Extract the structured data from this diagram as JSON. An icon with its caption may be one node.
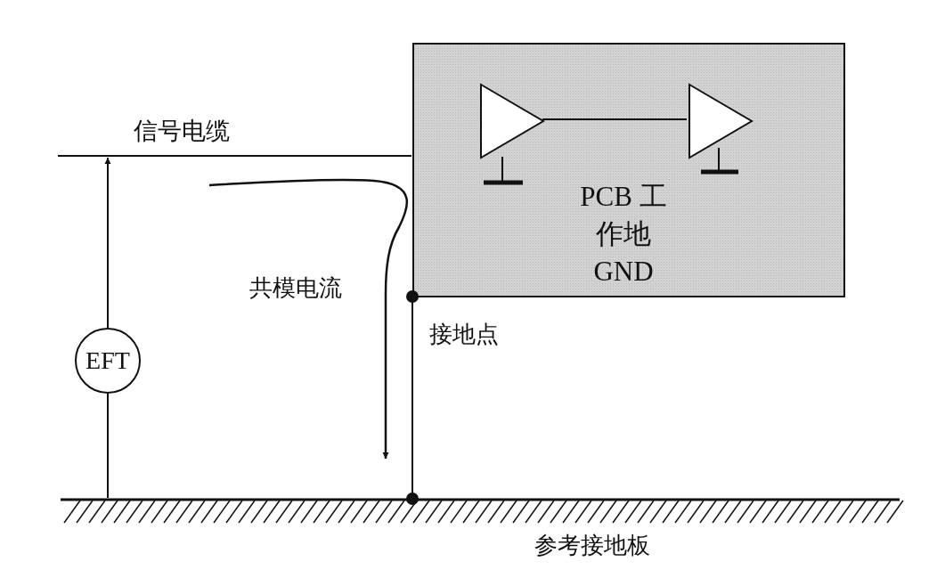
{
  "diagram": {
    "nodes": [
      {
        "text": [
          "信号电缆"
        ]
      },
      {
        "text": [
          "PCB 工作地 GND"
        ]
      },
      {
        "text": [],
        "shape": "triangle",
        "in": 1
      },
      {
        "text": [],
        "shape": "triangle",
        "in": 1
      },
      {
        "text": [
          "EFT"
        ]
      },
      {
        "text": [
          "参考接地板"
        ]
      }
    ],
    "edges": [
      {
        "from": 4,
        "to": 0,
        "arrow": "to"
      },
      {
        "from": 5,
        "to": 4,
        "arrow": "none"
      },
      {
        "from": 2,
        "to": 3,
        "arrow": "none"
      },
      {
        "from": 1,
        "to": 5,
        "arrow": "other"
      }
    ],
    "labels": [
      "共模电流",
      "接地点"
    ]
  }
}
